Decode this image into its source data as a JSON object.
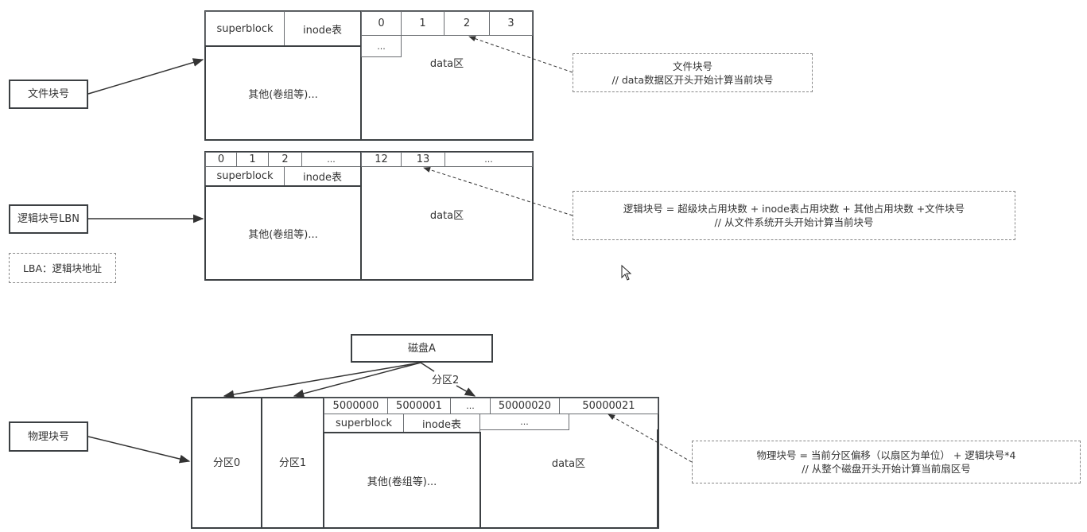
{
  "left_labels": {
    "file_block": "文件块号",
    "logical_block": "逻辑块号LBN",
    "lba_note": "LBA：逻辑块地址",
    "physical_block": "物理块号"
  },
  "fs1": {
    "superblock": "superblock",
    "inode": "inode表",
    "other": "其他(卷组等)...",
    "data": "data区",
    "blocks": [
      "0",
      "1",
      "2",
      "3"
    ],
    "more": "..."
  },
  "fs2": {
    "blocks_left": [
      "0",
      "1",
      "2",
      "..."
    ],
    "blocks_right": [
      "12",
      "13",
      "..."
    ],
    "superblock": "superblock",
    "inode": "inode表",
    "other": "其他(卷组等)...",
    "data": "data区"
  },
  "notes": {
    "file_block": [
      "文件块号",
      "// data数据区开头开始计算当前块号"
    ],
    "logical_block": [
      "逻辑块号 = 超级块占用块数 + inode表占用块数  + 其他占用块数 +文件块号",
      "// 从文件系统开头开始计算当前块号"
    ],
    "physical_block": [
      "物理块号 = 当前分区偏移（以扇区为单位） + 逻辑块号*4",
      "// 从整个磁盘开头开始计算当前扇区号"
    ]
  },
  "disk": {
    "title": "磁盘A",
    "edge_label": "分区2",
    "partitions": [
      "分区0",
      "分区1"
    ],
    "sectors_left": [
      "5000000",
      "5000001",
      "..."
    ],
    "sectors_right": [
      "50000020",
      "50000021"
    ],
    "superblock": "superblock",
    "inode": "inode表",
    "more": "...",
    "other": "其他(卷组等)...",
    "data": "data区"
  }
}
